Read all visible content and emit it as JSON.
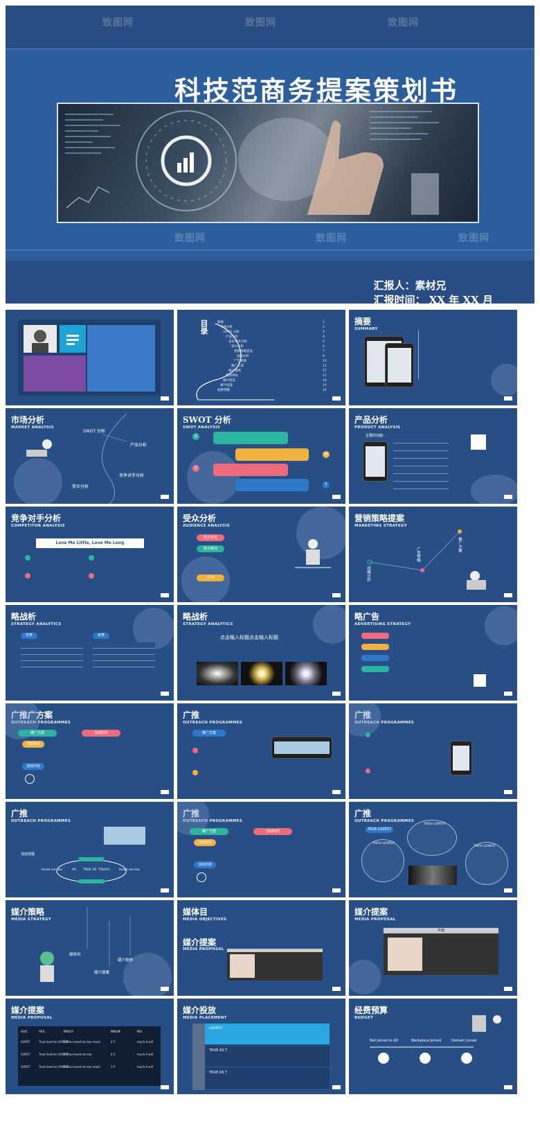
{
  "cover": {
    "title": "科技范商务提案策划书",
    "reporter": "汇报人：素材兄",
    "report_time": "汇报时间： XX 年 XX 月"
  },
  "watermark": "致图网",
  "slides": [
    {
      "title": "",
      "sub": ""
    },
    {
      "title": "目录",
      "sub": ""
    },
    {
      "title": "摘要",
      "sub": "SUMMARY"
    },
    {
      "title": "市场分析",
      "sub": "MARKET ANALYSIS"
    },
    {
      "title": "SWOT 分析",
      "sub": "SWOT ANALYSIS"
    },
    {
      "title": "产品分析",
      "sub": "PRODUCT ANALYSIS"
    },
    {
      "title": "竞争对手分析",
      "sub": "COMPETITOR ANALYSIS"
    },
    {
      "title": "受众分析",
      "sub": "AUDIENCE ANALYSIS"
    },
    {
      "title": "营销策略提案",
      "sub": "MARKETING STRATEGY"
    },
    {
      "title": "略战析",
      "sub": "STRATEGY ANALYTICS"
    },
    {
      "title": "略战析",
      "sub": "STRATEGY ANALYTICS"
    },
    {
      "title": "略广告",
      "sub": "ADVERTISING STRATEGY"
    },
    {
      "title": "广推广方案",
      "sub": "OUTREACH PROGRAMMES"
    },
    {
      "title": "广推",
      "sub": "OUTREACH PROGRAMMES"
    },
    {
      "title": "广推",
      "sub": "OUTREACH PROGRAMMES"
    },
    {
      "title": "广推",
      "sub": "OUTREACH PROGRAMMES"
    },
    {
      "title": "广推",
      "sub": "OUTREACH PROGRAMMES"
    },
    {
      "title": "广推",
      "sub": "OUTREACH PROGRAMMES"
    },
    {
      "title": "媒介策略",
      "sub": "MEDIA STRATEGY"
    },
    {
      "title": "媒体目",
      "sub": "MEDIA OBJECTIVES"
    },
    {
      "title": "媒介提案",
      "sub": "MEDIA PROPOSAL"
    },
    {
      "title": "媒介提案",
      "sub": "MEDIA PROPOSAL"
    },
    {
      "title": "媒介投放",
      "sub": "MEDIA PLACEMENT"
    },
    {
      "title": "经费预算",
      "sub": "BUDGET"
    }
  ],
  "toc": {
    "items": [
      "概要",
      "市场分析",
      "SWOT 分析",
      "产品分析",
      "竞争对手分析",
      "受众分析",
      "营销策略提案",
      "战略分析",
      "广告策略",
      "推广方案",
      "媒介策略",
      "媒体目标",
      "媒介提案",
      "媒介投放",
      "经费预算"
    ],
    "numbers": [
      "1",
      "2",
      "3",
      "4",
      "5",
      "6",
      "7",
      "8",
      "10",
      "11",
      "17",
      "17",
      "18",
      "19",
      "24"
    ]
  },
  "market": {
    "labels": [
      "SWOT 分析",
      "产品分析",
      "竞争对手分析",
      "受众分析"
    ]
  },
  "swot": {
    "letters": [
      "S",
      "W",
      "O",
      "T"
    ]
  },
  "product": {
    "label": "主要的功能："
  },
  "competitor": {
    "banner": "Love Me Little, Love Me Long"
  },
  "audience": {
    "pills": [
      "受众定位",
      "受众特点",
      "行为"
    ]
  },
  "marketing": {
    "labels": [
      "广告策略",
      "推广方案",
      "战略分析"
    ]
  },
  "strategy1": {
    "tags": [
      "优势",
      "劣势"
    ]
  },
  "strategy2": {
    "heading": "点击输入标题点击输入标题"
  },
  "outreach": {
    "pills": [
      "推广方案",
      "活动时间",
      "活动地点",
      "活动内容",
      "推广方案"
    ],
    "flow_label": "活动流程",
    "flow_words": [
      "loved me too",
      "AS",
      "TRUE AS",
      "TOUCH",
      "loved me too"
    ],
    "true_lovest": [
      "TRUE LOVEST",
      "THOU LOVEST",
      "THOU LOVEST",
      "THOU LOVEST"
    ]
  },
  "media_strategy": {
    "labels": [
      "媒体目",
      "媒介投放",
      "媒介提案"
    ]
  },
  "media_proposal": {
    "window_title": "平面"
  },
  "table": {
    "headers": [
      "GUC",
      "YES",
      "MUCH",
      "WALM",
      "NO"
    ],
    "rows": [
      [
        "GVEST",
        "Trust lived to LOVEST",
        "If thou loved me too much",
        "4 5",
        "much.it will"
      ],
      [
        "GVEST",
        "Trust lived to LOVEST",
        "If thou loved me too",
        "4 5",
        "much.it will"
      ],
      [
        "GVEST",
        "Trust lived to LOVEST",
        "If thou loved me too much",
        "3 5",
        "much.it will"
      ]
    ]
  },
  "placement": {
    "rows": [
      "LOVEST",
      "TRUE AS T",
      "TRUE AS T"
    ]
  },
  "budget": {
    "labels": [
      "Not Joined to AD",
      "Workplace Joined",
      "Domain Joined"
    ]
  }
}
